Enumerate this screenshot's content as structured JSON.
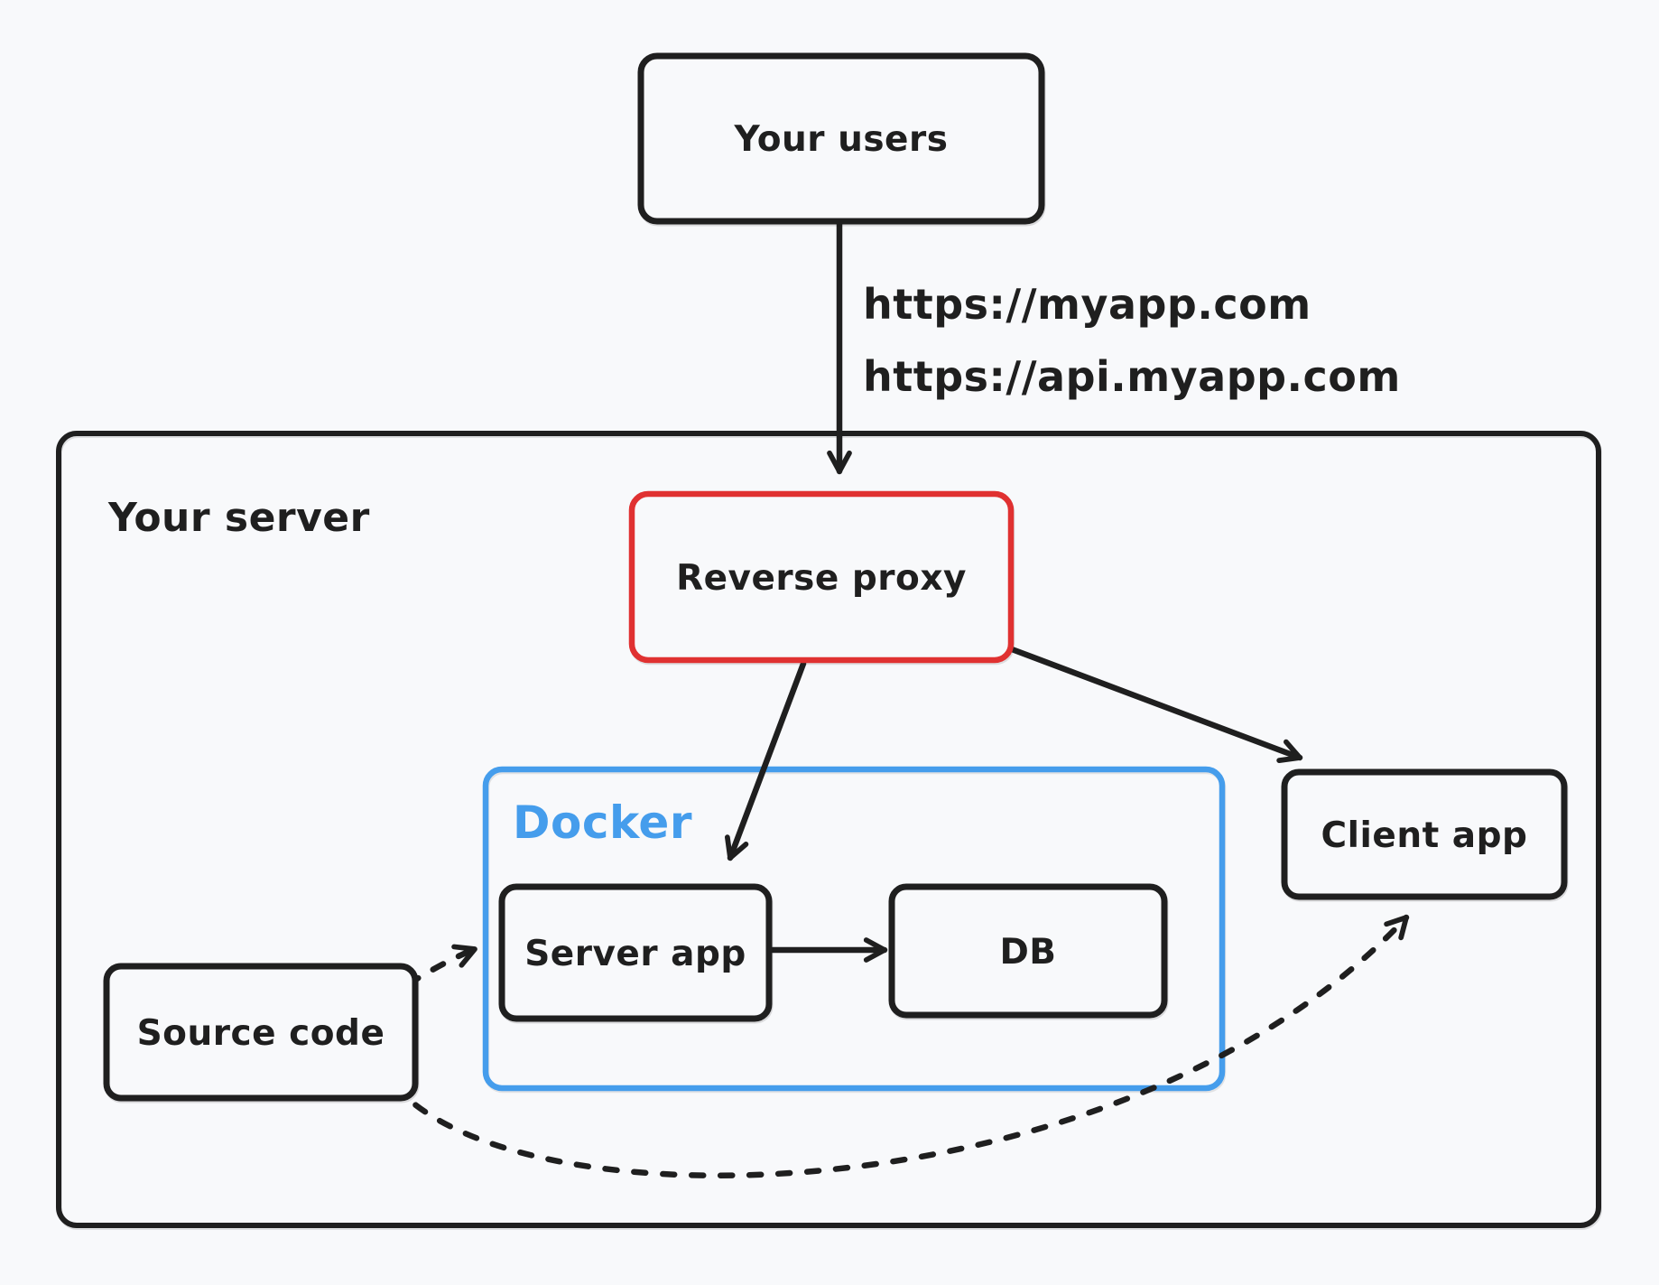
{
  "colors": {
    "background": "#f8f9fb",
    "ink": "#1f1f1f",
    "reverse_proxy_accent": "#e03131",
    "docker_accent": "#459dec"
  },
  "diagram": {
    "nodes": {
      "users": {
        "label": "Your users"
      },
      "server": {
        "label": "Your server"
      },
      "reverse_proxy": {
        "label": "Reverse proxy"
      },
      "docker": {
        "label": "Docker"
      },
      "server_app": {
        "label": "Server app"
      },
      "db": {
        "label": "DB"
      },
      "client_app": {
        "label": "Client app"
      },
      "source_code": {
        "label": "Source code"
      }
    },
    "edges": {
      "users_to_server": {
        "labels": [
          "https://myapp.com",
          "https://api.myapp.com"
        ]
      }
    }
  }
}
